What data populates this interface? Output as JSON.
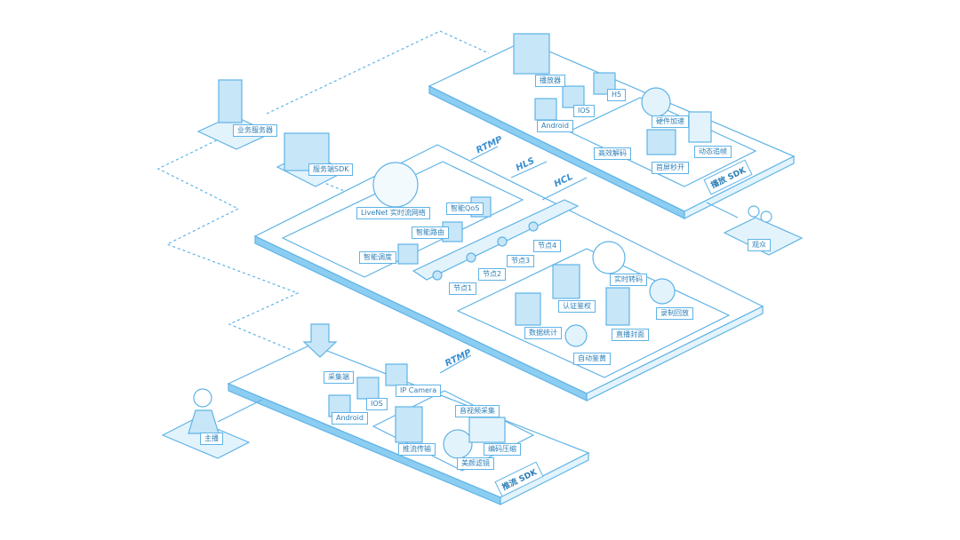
{
  "colors": {
    "stroke": "#5fb3e6",
    "fill": "#e3f3fc",
    "edge": "#8ccdf2",
    "text": "#2d7fb8"
  },
  "player": {
    "title": "播放器",
    "items": [
      "H5",
      "IOS",
      "Android",
      "硬件加速",
      "高效解码",
      "首屏秒开",
      "动态追帧"
    ],
    "sdk": "播放 SDK"
  },
  "protocols": {
    "rtmp_top": "RTMP",
    "hls": "HLS",
    "hcl": "HCL",
    "rtmp_bottom": "RTMP"
  },
  "server": {
    "business": "业务服务器",
    "sdk": "服务端SDK"
  },
  "network": {
    "title": "LiveNet 实时流网络",
    "items": [
      "智能QoS",
      "智能路由",
      "智能调度"
    ],
    "nodes": [
      "节点1",
      "节点2",
      "节点3",
      "节点4"
    ]
  },
  "services": [
    "实时转码",
    "认证鉴权",
    "录制回放",
    "数据统计",
    "直播封面",
    "自动鉴黄"
  ],
  "audience": "观众",
  "anchor": "主播",
  "push": {
    "title": "采集端",
    "items": [
      "IP Camera",
      "IOS",
      "Android",
      "音视频采集",
      "推流传输",
      "编码压缩",
      "美颜滤镜"
    ],
    "sdk": "推流 SDK"
  }
}
